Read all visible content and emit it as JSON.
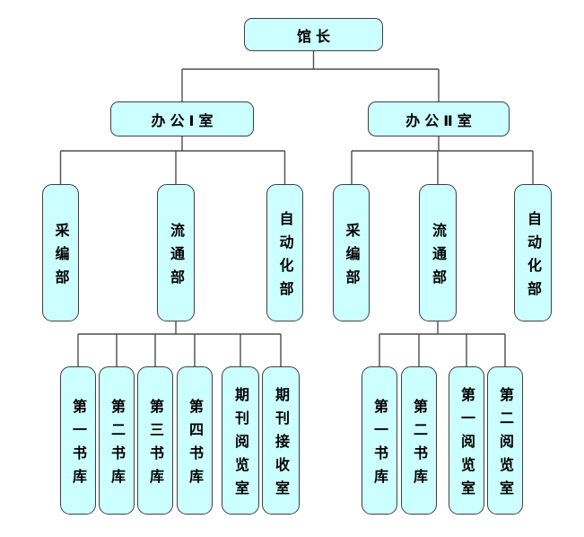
{
  "org": {
    "root": {
      "label": "馆长"
    },
    "offices": [
      {
        "label": "办公Ⅰ室",
        "departments": [
          {
            "label": "采编部"
          },
          {
            "label": "流通部",
            "units": [
              {
                "label": "第一书库"
              },
              {
                "label": "第二书库"
              },
              {
                "label": "第三书库"
              },
              {
                "label": "第四书库"
              },
              {
                "label": "期刊阅览室"
              },
              {
                "label": "期刊接收室"
              }
            ]
          },
          {
            "label": "自动化部"
          }
        ]
      },
      {
        "label": "办公Ⅱ室",
        "departments": [
          {
            "label": "采编部"
          },
          {
            "label": "流通部",
            "units": [
              {
                "label": "第一书库"
              },
              {
                "label": "第二书库"
              },
              {
                "label": "第一阅览室"
              },
              {
                "label": "第二阅览室"
              }
            ]
          },
          {
            "label": "自动化部"
          }
        ]
      }
    ],
    "colors": {
      "node_fill": "#CCFFFF",
      "node_border": "#3F3F3F",
      "connector": "#4D4D4D",
      "text": "#000000"
    }
  }
}
